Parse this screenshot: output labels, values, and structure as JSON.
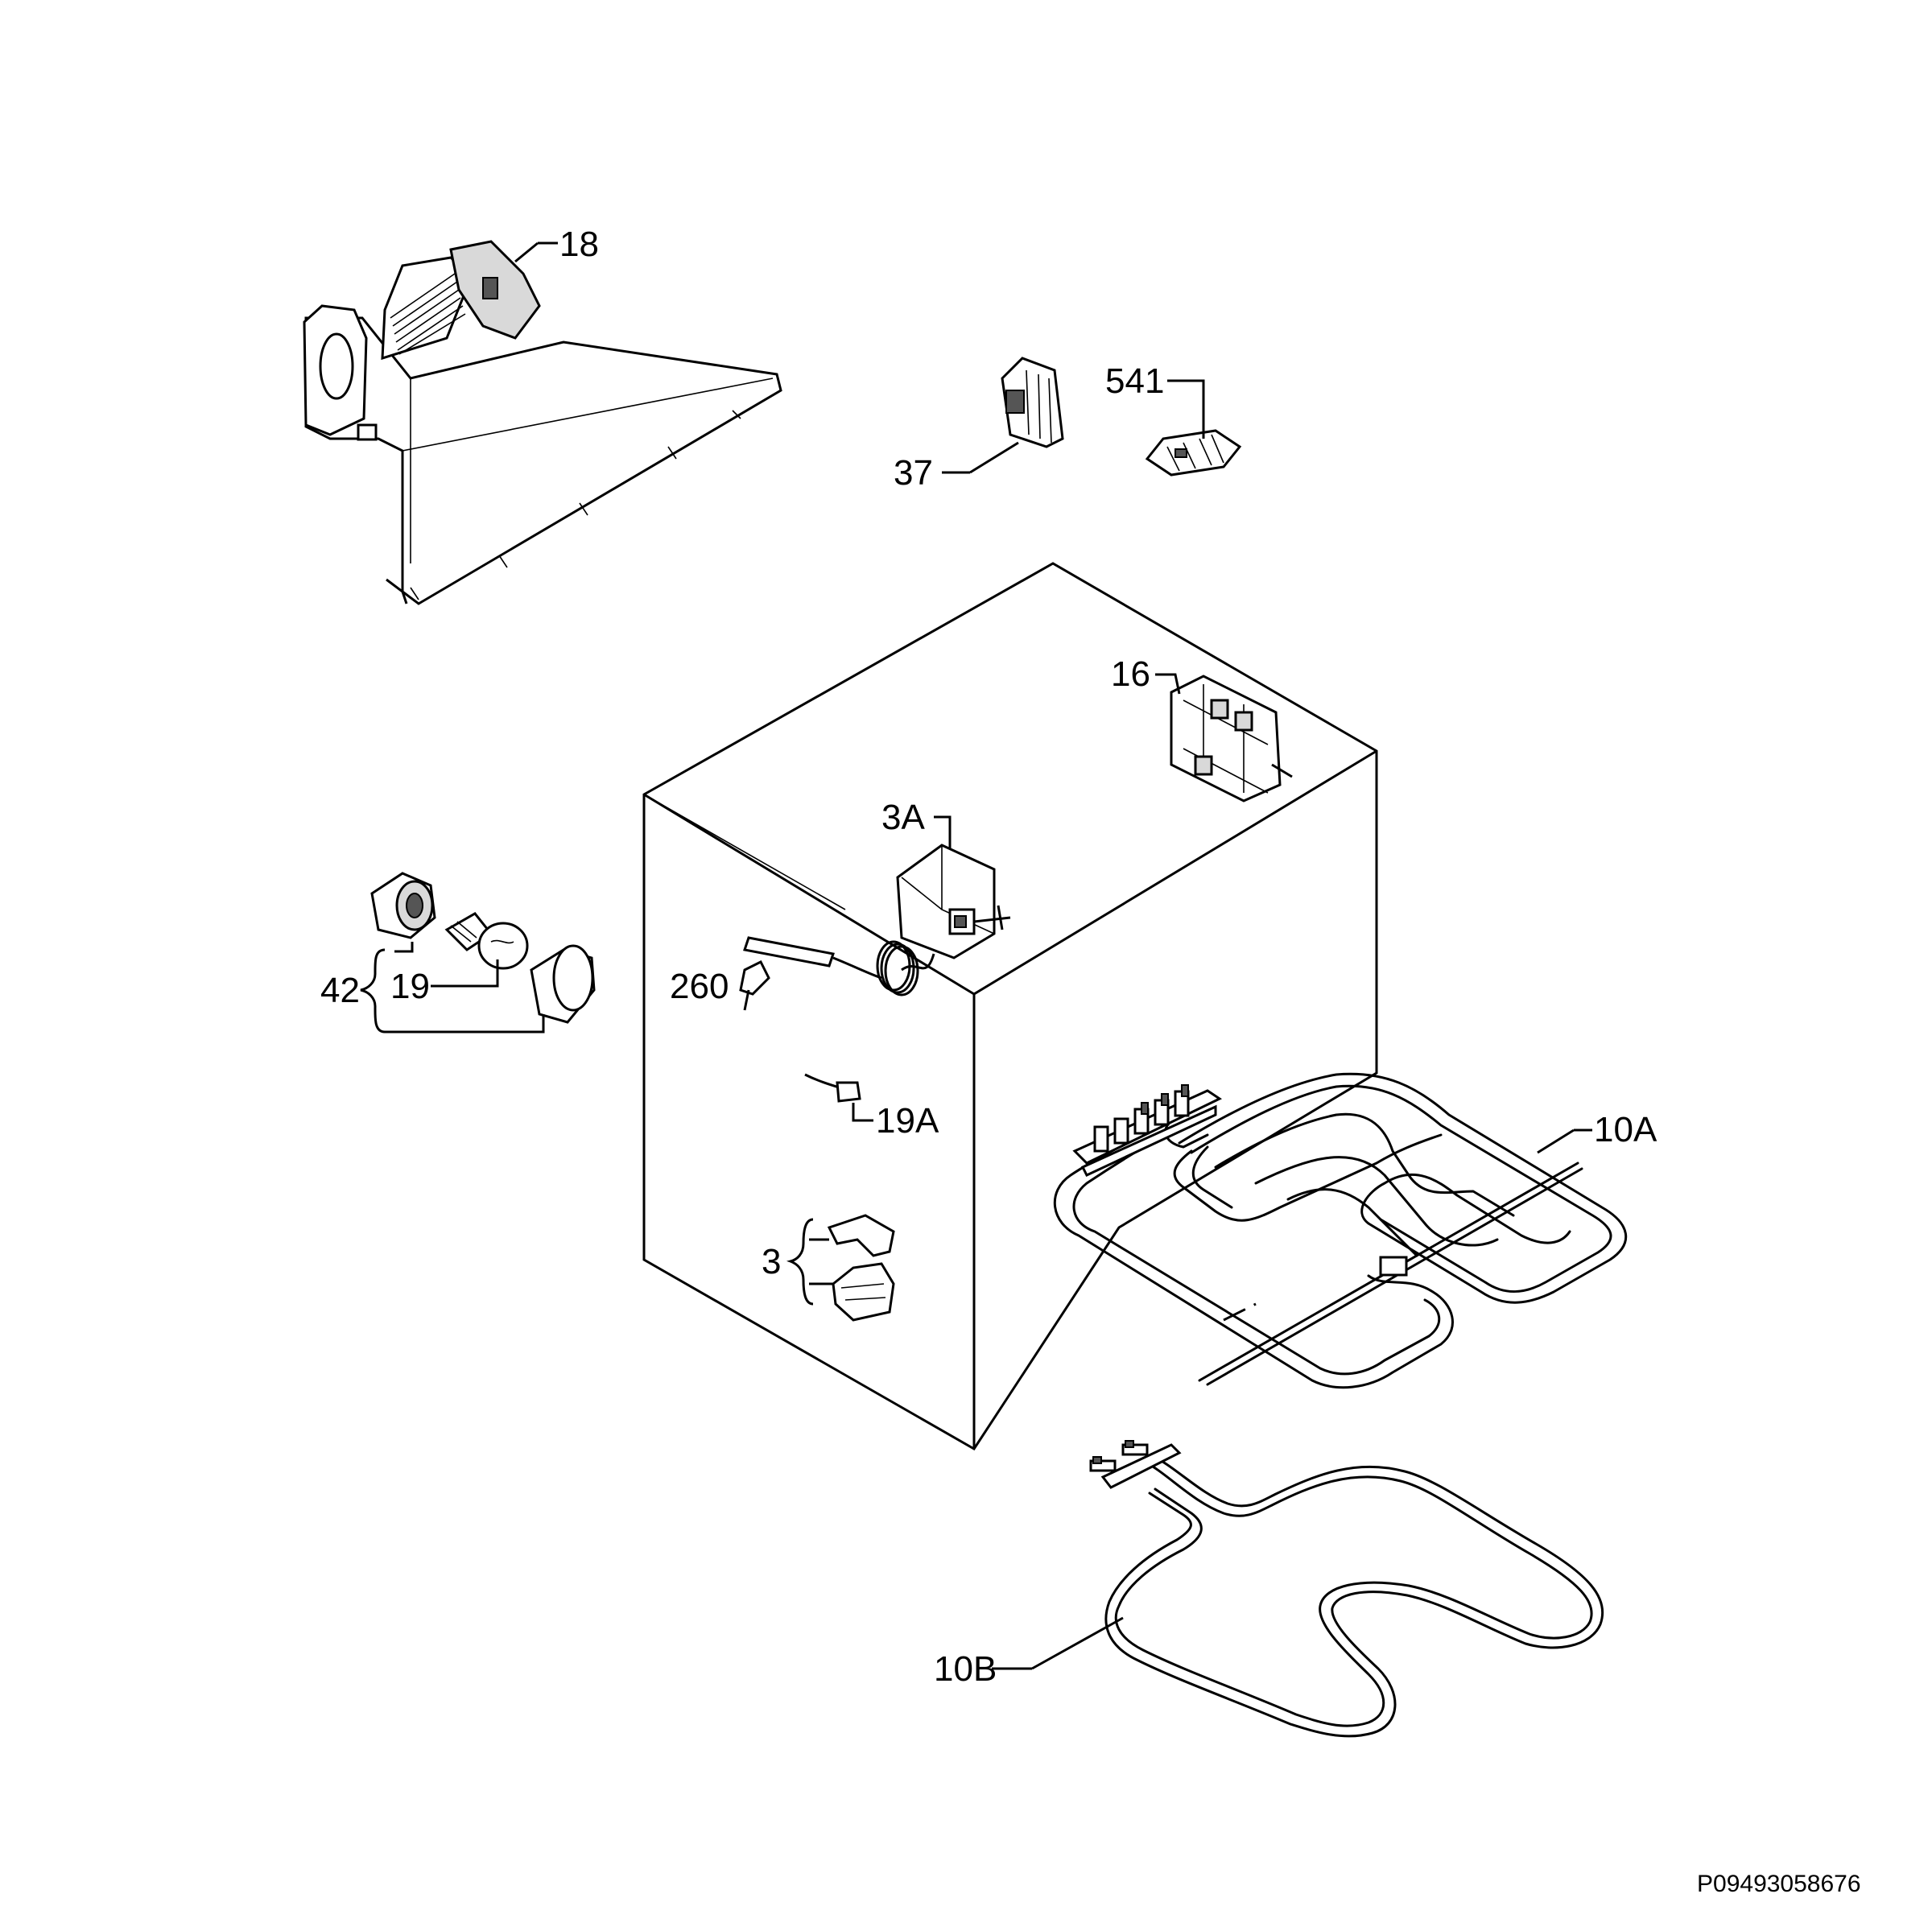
{
  "labels": {
    "p18": "18",
    "p541": "541",
    "p37": "37",
    "p16": "16",
    "p3A": "3A",
    "p42": "42",
    "p19": "19",
    "p260": "260",
    "p19A": "19A",
    "p10A": "10A",
    "p3": "3",
    "p10B": "10B"
  },
  "drawing_code": "P09493058676"
}
